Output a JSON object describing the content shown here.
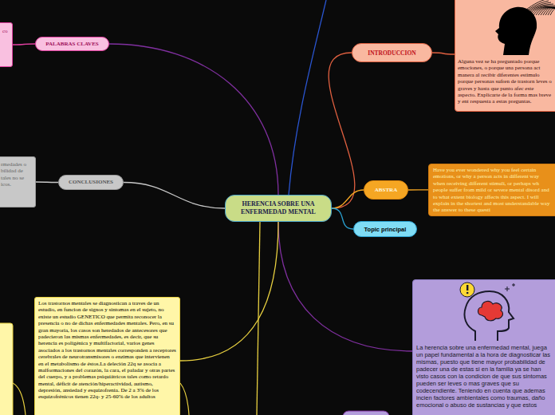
{
  "diagram": {
    "nodes": [
      {
        "text": [
          "co"
        ]
      },
      {
        "text": [
          "PALABRAS CLAVES"
        ]
      },
      {
        "text": [
          "INTRODUCCION"
        ]
      },
      {
        "text": [
          "Alguna vez se ha preguntado porque emociones, o porque una persona act manera al recibir diferentes estimulo porque personas sufren de trastorn leves o graves y hasta que punto afec este aspecto. Explicarte de la forma mas breve y ent respuesta a estas preguntas."
        ]
      },
      {
        "text": [
          "CONCLUSIONES"
        ]
      },
      {
        "text": [
          "rmedades o bilidad de tales no se icos."
        ]
      },
      {
        "text": [
          "HERENCIA SOBRE UNA ENFERMEDAD MENTAL"
        ]
      },
      {
        "text": [
          "ABSTRA"
        ]
      },
      {
        "text": [
          "Have you ever wondered why you feel certain emotions, or why a person acts in different way when receiving different stimuli, or perhaps wh people suffer from mild or severe mental disord and to what extent biology affects this aspect. I will explain in the shortest and most understandable way the answer to these questi"
        ]
      },
      {
        "text": [
          "Topic principal"
        ]
      },
      {
        "text": [
          "La herencia sobre una enfermedad mental, juega un papel fundamental a la hora de diagnosticar las mismas, puesto que tiene mayor probabilidad de padecer una de estas si en la familia ya se han visto casos con la condicion de que sus sintomas pueden ser leves o mas graves que su codecendiente. Teniendo en cuenta que ademas incien factores ambientales como traumas, daño emocional o abuso de sustancias y que estos"
        ]
      },
      {
        "text": [
          "Los trastornos mentales se diagnostican a traves de un estudio, en funcion de signos y sintomas en el sujeto, no existe un estudio GENETICO que permita reconocer la presencia o no de dichas enfermedades mentales. Pero, en su gran mayoria, los casos son heredados de antecesores que padecieron las mismas enfermedades, es decir, que su herencia es poligénica y multifactorial, varios genes asociados a los trastornos mentales corresponden a receptores cerebrales de neurotransmisores o enzimas que intervienen en el metabolismo de éstos.La deleción 22q se asocia a malformaciones del corazón, la cara, el paladar y otras partes del cuerpo, y a problemas psiquiátricos tales como retardo mental, déficit de atención/hiperactividad, autismo, depresión, ansiedad y esquizofrenia. De 2 a 3% de los esquizofrénicos tienen 22q- y 25-60% de los adultos"
        ]
      }
    ],
    "edges": [
      {
        "from": 6,
        "to": 1,
        "arrow": "none"
      },
      {
        "from": 1,
        "to": 0,
        "arrow": "none"
      },
      {
        "from": 6,
        "to": 2,
        "arrow": "none"
      },
      {
        "from": 2,
        "to": 3,
        "arrow": "none"
      },
      {
        "from": 6,
        "to": 4,
        "arrow": "none"
      },
      {
        "from": 4,
        "to": 5,
        "arrow": "none"
      },
      {
        "from": 6,
        "to": 7,
        "arrow": "none"
      },
      {
        "from": 7,
        "to": 8,
        "arrow": "none"
      },
      {
        "from": 6,
        "to": 9,
        "arrow": "none"
      },
      {
        "from": 6,
        "to": 10,
        "arrow": "none"
      },
      {
        "from": 6,
        "to": 11,
        "arrow": "none"
      }
    ]
  }
}
